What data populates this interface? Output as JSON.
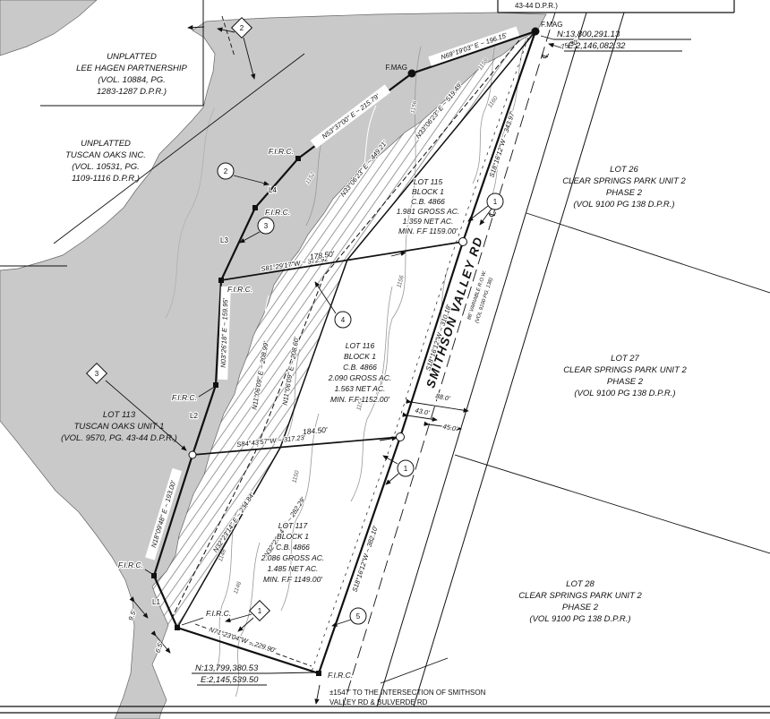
{
  "sheet": {
    "top_box_label": "43-44 D.P.R.)"
  },
  "adjoining_tracts": {
    "lee_hagen": [
      "UNPLATTED",
      "LEE HAGEN PARTNERSHIP",
      "(VOL. 10884, PG.",
      "1283-1287 D.P.R.)"
    ],
    "tuscan_oaks_inc": [
      "UNPLATTED",
      "TUSCAN OAKS INC.",
      "(VOL. 10531, PG.",
      "1109-1116 D.P.R.)"
    ],
    "lot_113": [
      "LOT 113",
      "TUSCAN OAKS UNIT 1",
      "(VOL. 9570, PG. 43-44 D.P.R.)"
    ],
    "lot_26": [
      "LOT 26",
      "CLEAR SPRINGS PARK UNIT 2",
      "PHASE 2",
      "(VOL 9100 PG 138 D.P.R.)"
    ],
    "lot_27": [
      "LOT 27",
      "CLEAR SPRINGS PARK UNIT 2",
      "PHASE 2",
      "(VOL 9100 PG 138 D.P.R.)"
    ],
    "lot_28": [
      "LOT 28",
      "CLEAR SPRINGS PARK UNIT 2",
      "PHASE 2",
      "(VOL 9100 PG 138 D.P.R.)"
    ]
  },
  "lots": [
    {
      "name": "LOT 115",
      "block": "BLOCK 1",
      "cb": "C.B. 4866",
      "gross": "1.981 GROSS AC.",
      "net": "1.359 NET AC.",
      "min_ff": "MIN. F.F 1159.00'"
    },
    {
      "name": "LOT 116",
      "block": "BLOCK 1",
      "cb": "C.B. 4866",
      "gross": "2.090 GROSS AC.",
      "net": "1.563 NET AC.",
      "min_ff": "MIN. F.F 1152.00'"
    },
    {
      "name": "LOT 117",
      "block": "BLOCK 1",
      "cb": "C.B. 4866",
      "gross": "2.086 GROSS AC.",
      "net": "1.485 NET AC.",
      "min_ff": "MIN. F.F 1149.00'"
    }
  ],
  "road": {
    "name": "SMITHSON VALLEY RD",
    "row_note": "86' VARIABLE R.O.W.",
    "row_vol": "(VOL 9100 PG. 138)",
    "centerline_symbol": "℄"
  },
  "bearings": {
    "n53": "N53°37'00\" E ~ 215.79'",
    "n69": "N69°19'03\" E ~ 196.15'",
    "n33_519": "N33°06'23\" E ~ 519.49'",
    "n33_449": "N33°06'23\" E ~ 449.21'",
    "n11_208_99": "N11°06'09\" E ~ 208.99'",
    "n11_208_60": "N11°06'09\" E ~ 208.60'",
    "n03": "N03°26'18\" E ~ 159.95'",
    "n18": "N18°09'48\" E ~ 193.00'",
    "n32_234": "N32°23'14\" E ~ 234.84'",
    "n32_282": "N32°23'14\" E ~ 282.29'",
    "s81": "S81°29'17\"W ~ 372.92'",
    "s84": "S84°43'57\"W ~ 317.23'",
    "n71": "N71°23'04\"W ~ 229.90'",
    "s18_343": "S18°16'12\"W ~ 343.97'",
    "s18_310": "S18°16'12\"W ~ 310.18'",
    "s18_382": "S18°16'12\"W ~ 382.10'"
  },
  "dimensions": {
    "d178": "178.50'",
    "d184": "184.50'",
    "d88": "88.0'",
    "d43": "43.0'",
    "d45": "45.0'",
    "d9_5": "9.5'",
    "d6_5": "6.5'",
    "d75": "75.30'"
  },
  "coordinates": {
    "top": {
      "n": "N:13,800,291.13",
      "e": "E:2,146,082.32"
    },
    "bottom": {
      "n": "N:13,799,380.53",
      "e": "E:2,145,539.50"
    }
  },
  "monuments": {
    "firc": "F.I.R.C.",
    "fmag": "F.MAG"
  },
  "line_labels": {
    "l1": "L1",
    "l2": "L2",
    "l3": "L3",
    "l4": "L4"
  },
  "ref_numbers": {
    "c1": "1",
    "c2": "2",
    "c3": "3",
    "c4": "4",
    "c5": "5",
    "dm1": "1",
    "dm2": "2",
    "dm3": "3"
  },
  "contours": {
    "c1146": "1146",
    "c1148": "1148",
    "c1150": "1150",
    "c1152": "1152",
    "c1154": "1154",
    "c1156": "1156",
    "c1158": "1158",
    "c1160": "1160"
  },
  "note": {
    "line1": "±1547' TO THE INTERSECTION OF SMITHSON",
    "line2": "VALLEY RD & BULVERDE RD"
  },
  "colors": {
    "creek_fill": "#c9c9c9",
    "line": "#1a1a1a",
    "contour": "#999999"
  }
}
